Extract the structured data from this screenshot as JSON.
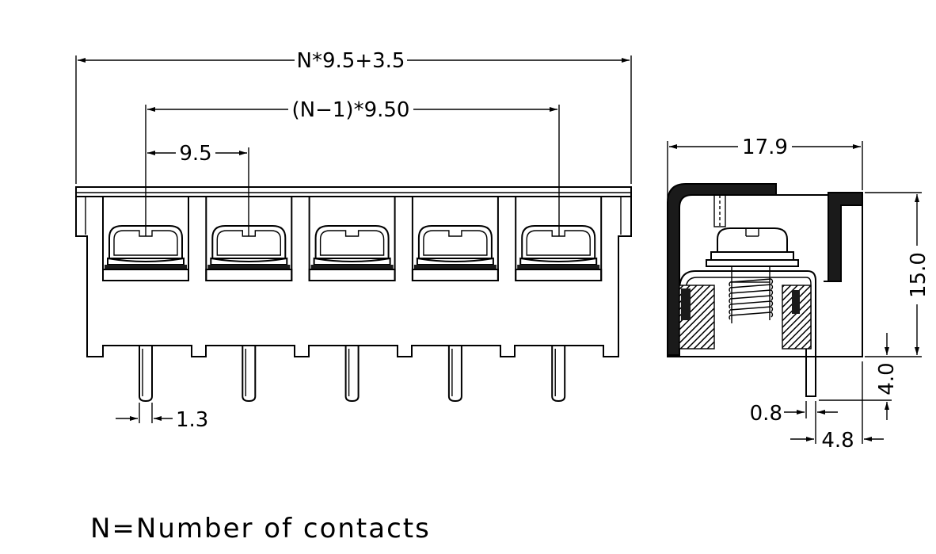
{
  "dimensions": {
    "overall_length": "N*9.5+3.5",
    "outer_pitch_span": "(N−1)*9.50",
    "pitch": "9.5",
    "pin_width": "1.3",
    "depth": "17.9",
    "height": "15.0",
    "pin_length": "4.0",
    "pin_thickness": "0.8",
    "pin_offset": "4.8"
  },
  "note": "N=Number of contacts",
  "colors": {
    "line": "#000000",
    "background": "#ffffff"
  }
}
